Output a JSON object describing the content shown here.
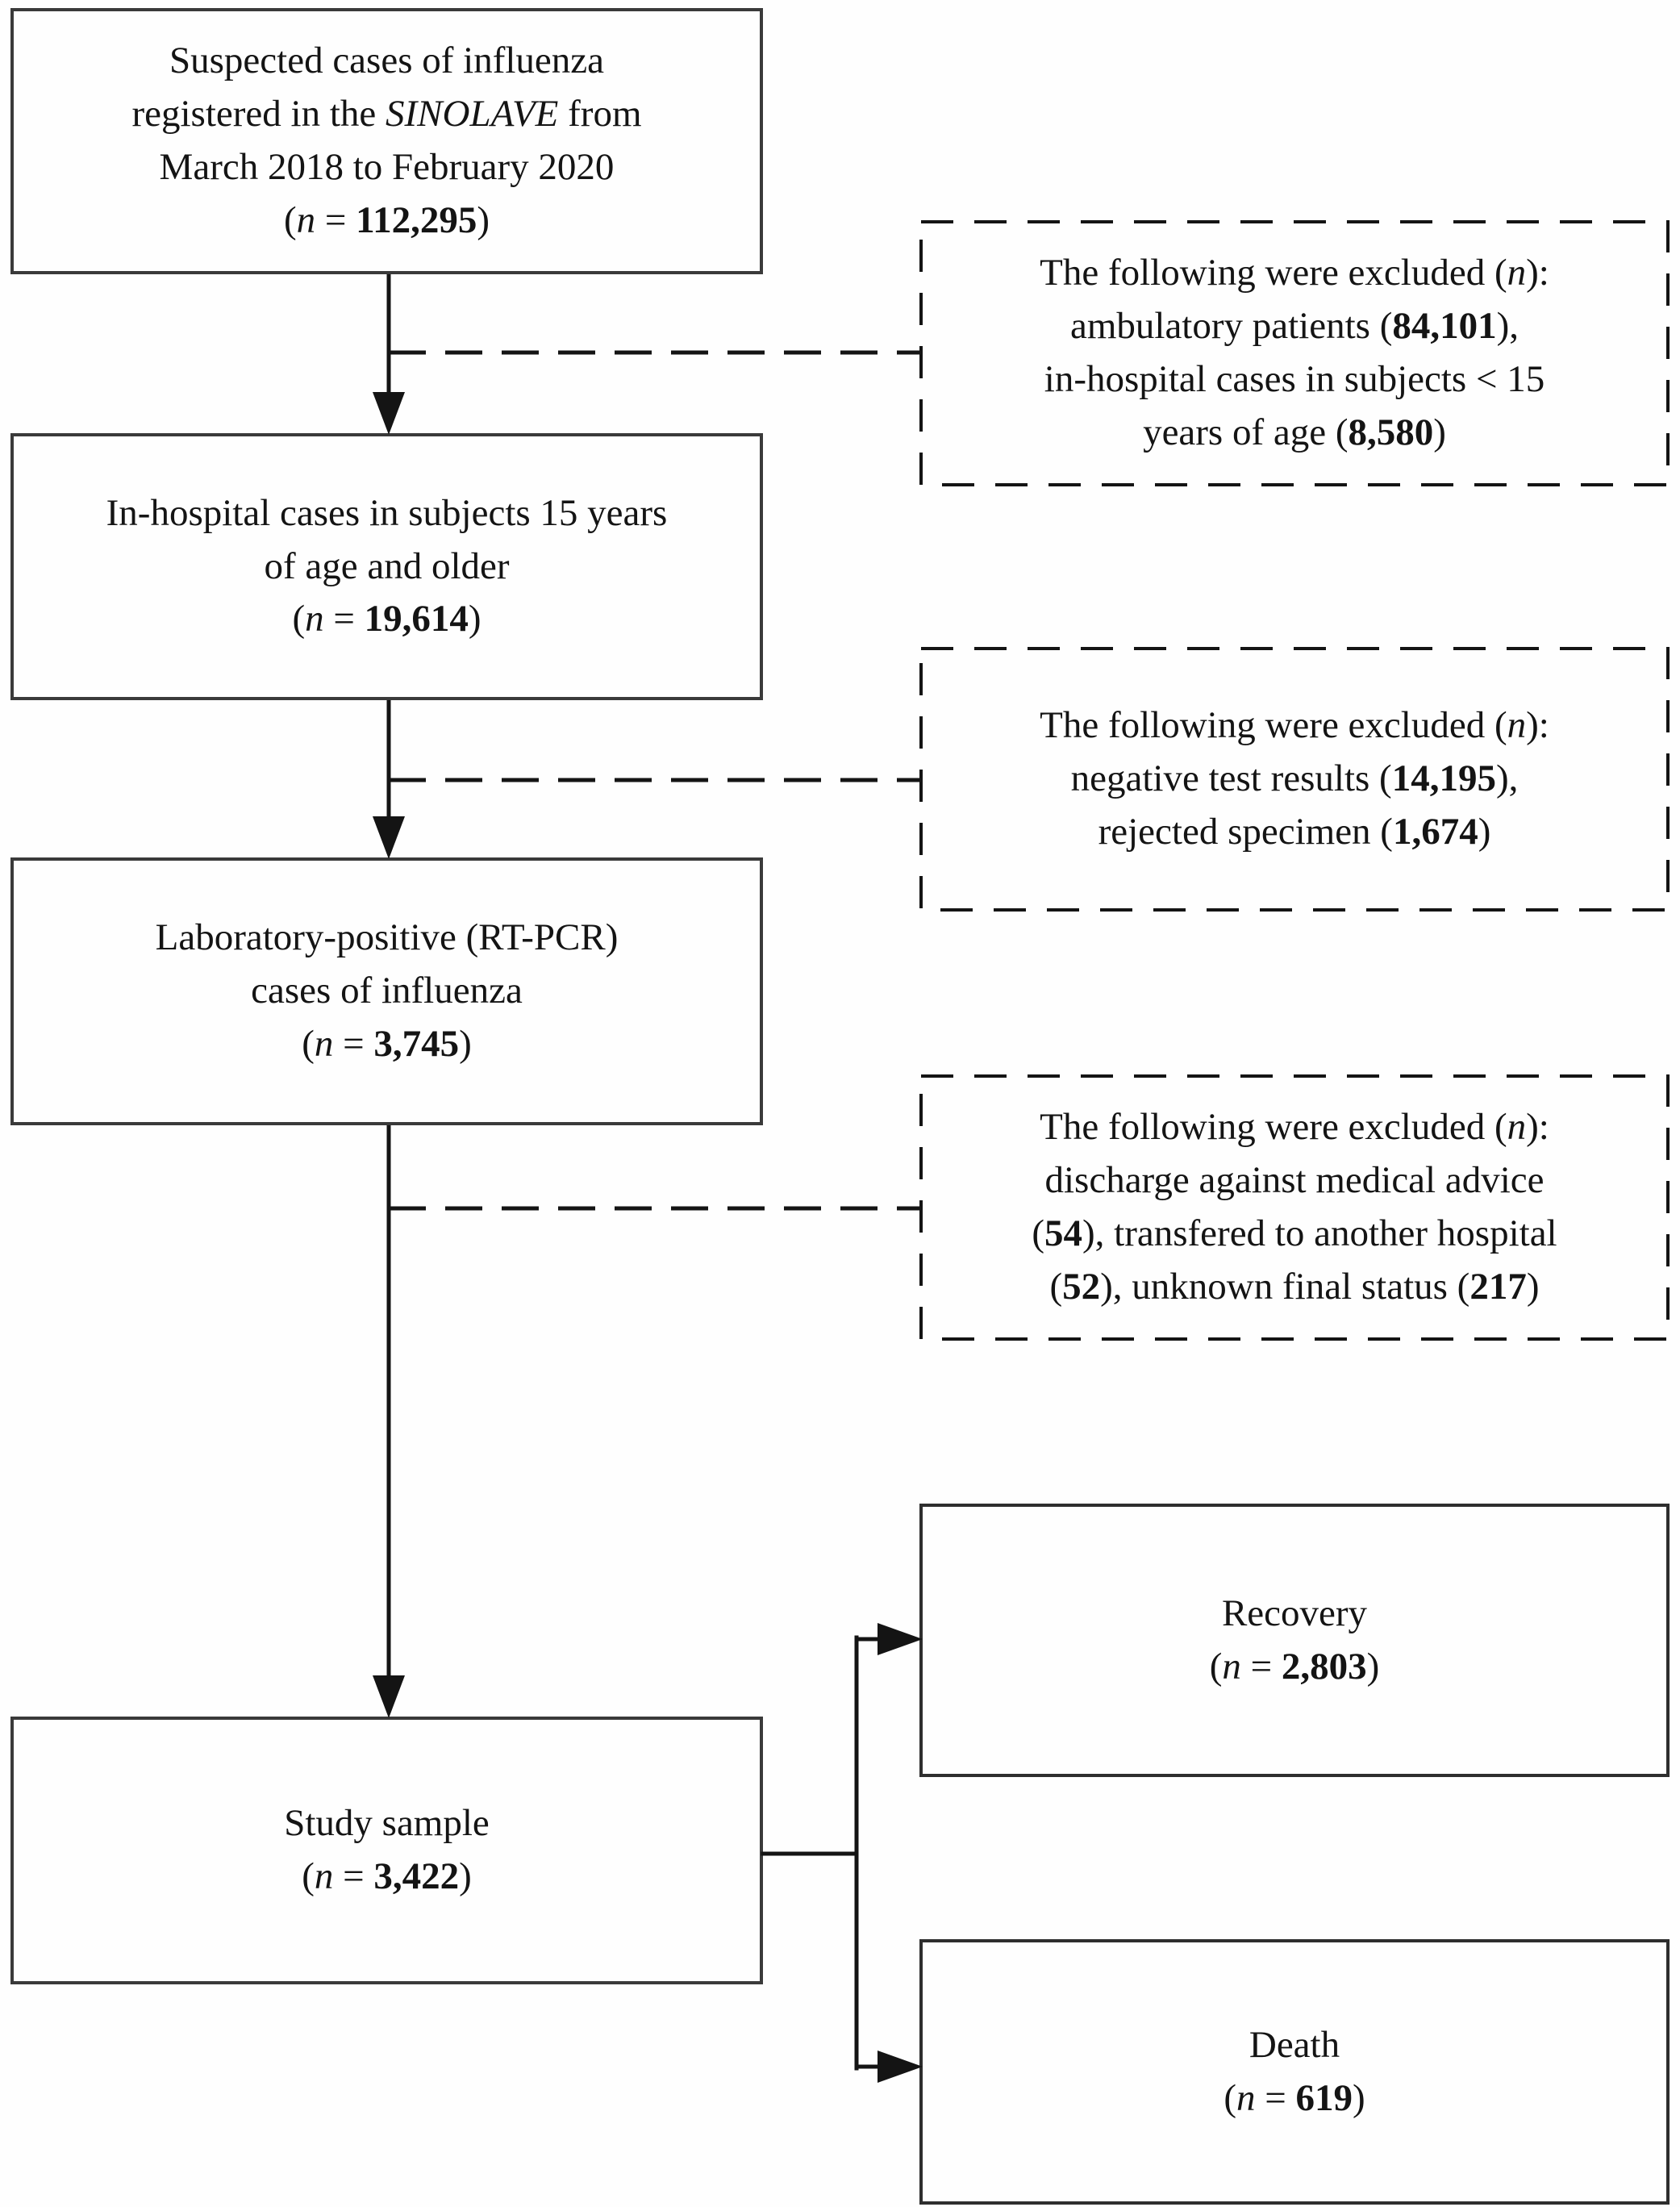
{
  "figure": {
    "kind": "study-flow-diagram",
    "colors": {
      "background": "#fefefe",
      "box_border": "#3a3a3a",
      "dashed_border": "#141414",
      "connector": "#141414",
      "text": "#141414"
    }
  },
  "boxes": {
    "suspected": {
      "role": "cohort",
      "border": "solid",
      "lines": [
        [
          {
            "t": "Suspected cases of influenza"
          }
        ],
        [
          {
            "t": "registered in the "
          },
          {
            "t": "SINOLAVE",
            "s": "i"
          },
          {
            "t": " from"
          }
        ],
        [
          {
            "t": "March 2018 to February 2020"
          }
        ],
        [
          {
            "t": "("
          },
          {
            "t": "n",
            "s": "i"
          },
          {
            "t": " = "
          },
          {
            "t": "112,295",
            "s": "b"
          },
          {
            "t": ")"
          }
        ]
      ]
    },
    "excluded_ambulatory": {
      "role": "exclusion",
      "border": "dashed",
      "lines": [
        [
          {
            "t": "The following were excluded ("
          },
          {
            "t": "n",
            "s": "i"
          },
          {
            "t": "):"
          }
        ],
        [
          {
            "t": "ambulatory patients ("
          },
          {
            "t": "84,101",
            "s": "b"
          },
          {
            "t": "),"
          }
        ],
        [
          {
            "t": "in-hospital cases in subjects < 15"
          }
        ],
        [
          {
            "t": "years of age ("
          },
          {
            "t": "8,580",
            "s": "b"
          },
          {
            "t": ")"
          }
        ]
      ]
    },
    "in_hospital": {
      "role": "cohort",
      "border": "solid",
      "lines": [
        [
          {
            "t": "In-hospital cases in subjects 15 years"
          }
        ],
        [
          {
            "t": "of age and older"
          }
        ],
        [
          {
            "t": "("
          },
          {
            "t": "n",
            "s": "i"
          },
          {
            "t": " = "
          },
          {
            "t": "19,614",
            "s": "b"
          },
          {
            "t": ")"
          }
        ]
      ]
    },
    "excluded_negative": {
      "role": "exclusion",
      "border": "dashed",
      "lines": [
        [
          {
            "t": "The following were excluded ("
          },
          {
            "t": "n",
            "s": "i"
          },
          {
            "t": "):"
          }
        ],
        [
          {
            "t": "negative test results ("
          },
          {
            "t": "14,195",
            "s": "b"
          },
          {
            "t": "),"
          }
        ],
        [
          {
            "t": "rejected specimen ("
          },
          {
            "t": "1,674",
            "s": "b"
          },
          {
            "t": ")"
          }
        ]
      ]
    },
    "lab_positive": {
      "role": "cohort",
      "border": "solid",
      "lines": [
        [
          {
            "t": "Laboratory-positive (RT-PCR)"
          }
        ],
        [
          {
            "t": "cases of influenza"
          }
        ],
        [
          {
            "t": "("
          },
          {
            "t": "n",
            "s": "i"
          },
          {
            "t": " = "
          },
          {
            "t": "3,745",
            "s": "b"
          },
          {
            "t": ")"
          }
        ]
      ]
    },
    "excluded_final_status": {
      "role": "exclusion",
      "border": "dashed",
      "lines": [
        [
          {
            "t": "The following were excluded ("
          },
          {
            "t": "n",
            "s": "i"
          },
          {
            "t": "):"
          }
        ],
        [
          {
            "t": "discharge against medical advice"
          }
        ],
        [
          {
            "t": "("
          },
          {
            "t": "54",
            "s": "b"
          },
          {
            "t": "), transfered to another hospital"
          }
        ],
        [
          {
            "t": "("
          },
          {
            "t": "52",
            "s": "b"
          },
          {
            "t": "), unknown final status ("
          },
          {
            "t": "217",
            "s": "b"
          },
          {
            "t": ")"
          }
        ]
      ]
    },
    "study_sample": {
      "role": "cohort",
      "border": "solid",
      "lines": [
        [
          {
            "t": "Study sample"
          }
        ],
        [
          {
            "t": "("
          },
          {
            "t": "n",
            "s": "i"
          },
          {
            "t": " = "
          },
          {
            "t": "3,422",
            "s": "b"
          },
          {
            "t": ")"
          }
        ]
      ]
    },
    "recovery": {
      "role": "outcome",
      "border": "solid",
      "lines": [
        [
          {
            "t": "Recovery"
          }
        ],
        [
          {
            "t": "("
          },
          {
            "t": "n",
            "s": "i"
          },
          {
            "t": " = "
          },
          {
            "t": "2,803",
            "s": "b"
          },
          {
            "t": ")"
          }
        ]
      ]
    },
    "death": {
      "role": "outcome",
      "border": "solid",
      "lines": [
        [
          {
            "t": "Death"
          }
        ],
        [
          {
            "t": "("
          },
          {
            "t": "n",
            "s": "i"
          },
          {
            "t": " = "
          },
          {
            "t": "619",
            "s": "b"
          },
          {
            "t": ")"
          }
        ]
      ]
    }
  },
  "edges": [
    {
      "from": "suspected",
      "to": "in_hospital",
      "style": "solid-arrow"
    },
    {
      "from": "suspected",
      "to": "excluded_ambulatory",
      "style": "dashed"
    },
    {
      "from": "in_hospital",
      "to": "lab_positive",
      "style": "solid-arrow"
    },
    {
      "from": "in_hospital",
      "to": "excluded_negative",
      "style": "dashed"
    },
    {
      "from": "lab_positive",
      "to": "study_sample",
      "style": "solid-arrow"
    },
    {
      "from": "lab_positive",
      "to": "excluded_final_status",
      "style": "dashed"
    },
    {
      "from": "study_sample",
      "to": "recovery",
      "style": "solid-arrow"
    },
    {
      "from": "study_sample",
      "to": "death",
      "style": "solid-arrow"
    }
  ]
}
